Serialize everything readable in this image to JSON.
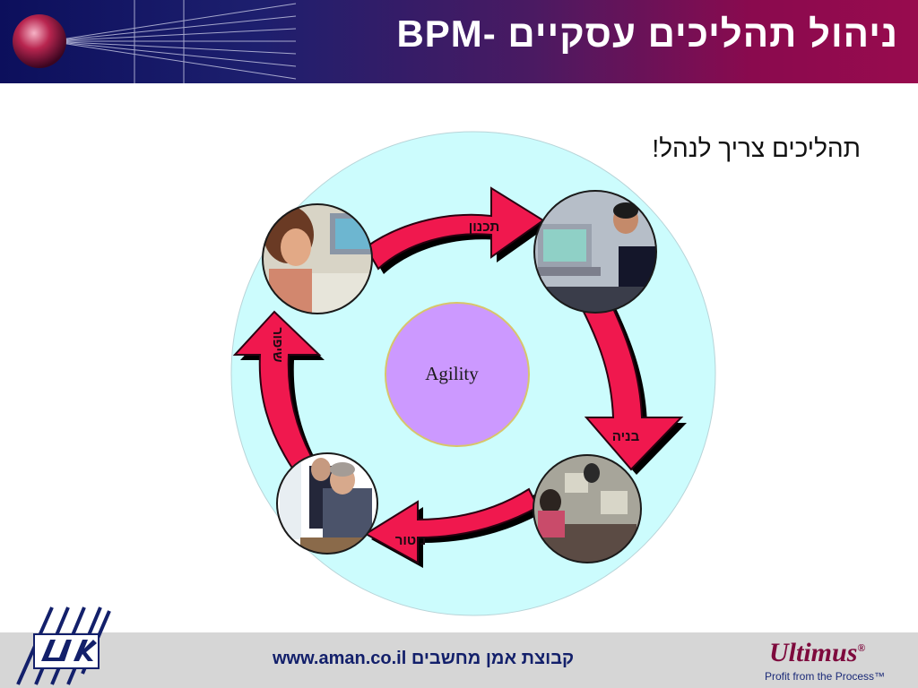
{
  "header": {
    "title": "ניהול תהליכים עסקיים  -BPM"
  },
  "subtitle": "תהליכים צריך לנהל!",
  "diagram": {
    "center_label": "Agility",
    "stages": [
      "תכנון",
      "בניה",
      "ניטור",
      "שיפור"
    ]
  },
  "footer": {
    "website": "www.aman.co.il",
    "company": "קבוצת אמן מחשבים",
    "brand": "Ultimus",
    "brand_mark": "®",
    "tagline": "Profit from the Process™"
  },
  "colors": {
    "header_dark": "#0c0f5c",
    "header_accent": "#980b4e",
    "outer_circle": "#ccfcfd",
    "arrow_fill": "#f0184e",
    "center_fill": "#cc99ff",
    "footer_bg": "#d6d6d6",
    "footer_text": "#13206b",
    "brand_color": "#7e0a3d"
  }
}
